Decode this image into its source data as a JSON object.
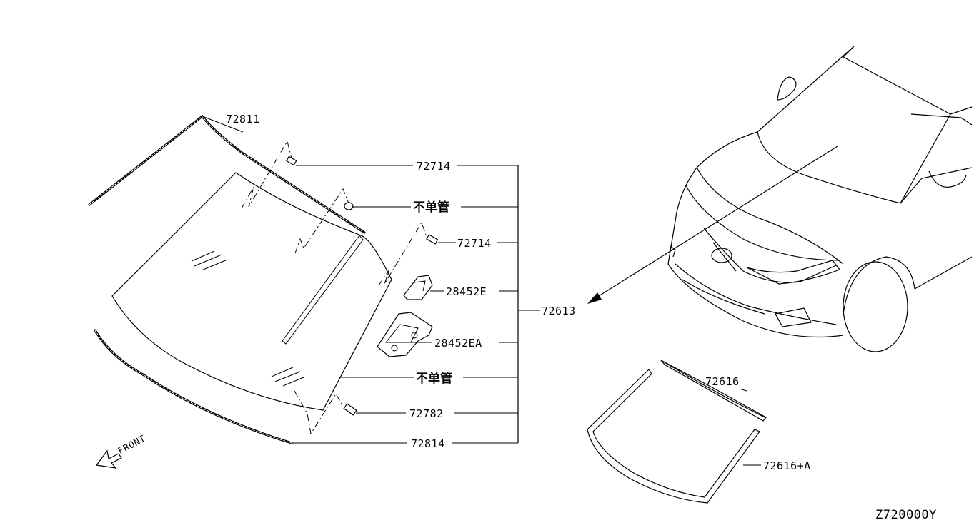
{
  "diagram_code": "Z720000Y",
  "front_label": "FRONT",
  "callouts": {
    "molding_top": "72811",
    "clip_1": "72714",
    "non_single_1": "不单管",
    "clip_2": "72714",
    "bracket_1": "28452E",
    "bracket_2": "28452EA",
    "assembly": "72613",
    "non_single_2": "不单管",
    "spacer": "72782",
    "molding_bottom": "72814",
    "dam_upper": "72616",
    "dam_lower": "72616+A"
  }
}
